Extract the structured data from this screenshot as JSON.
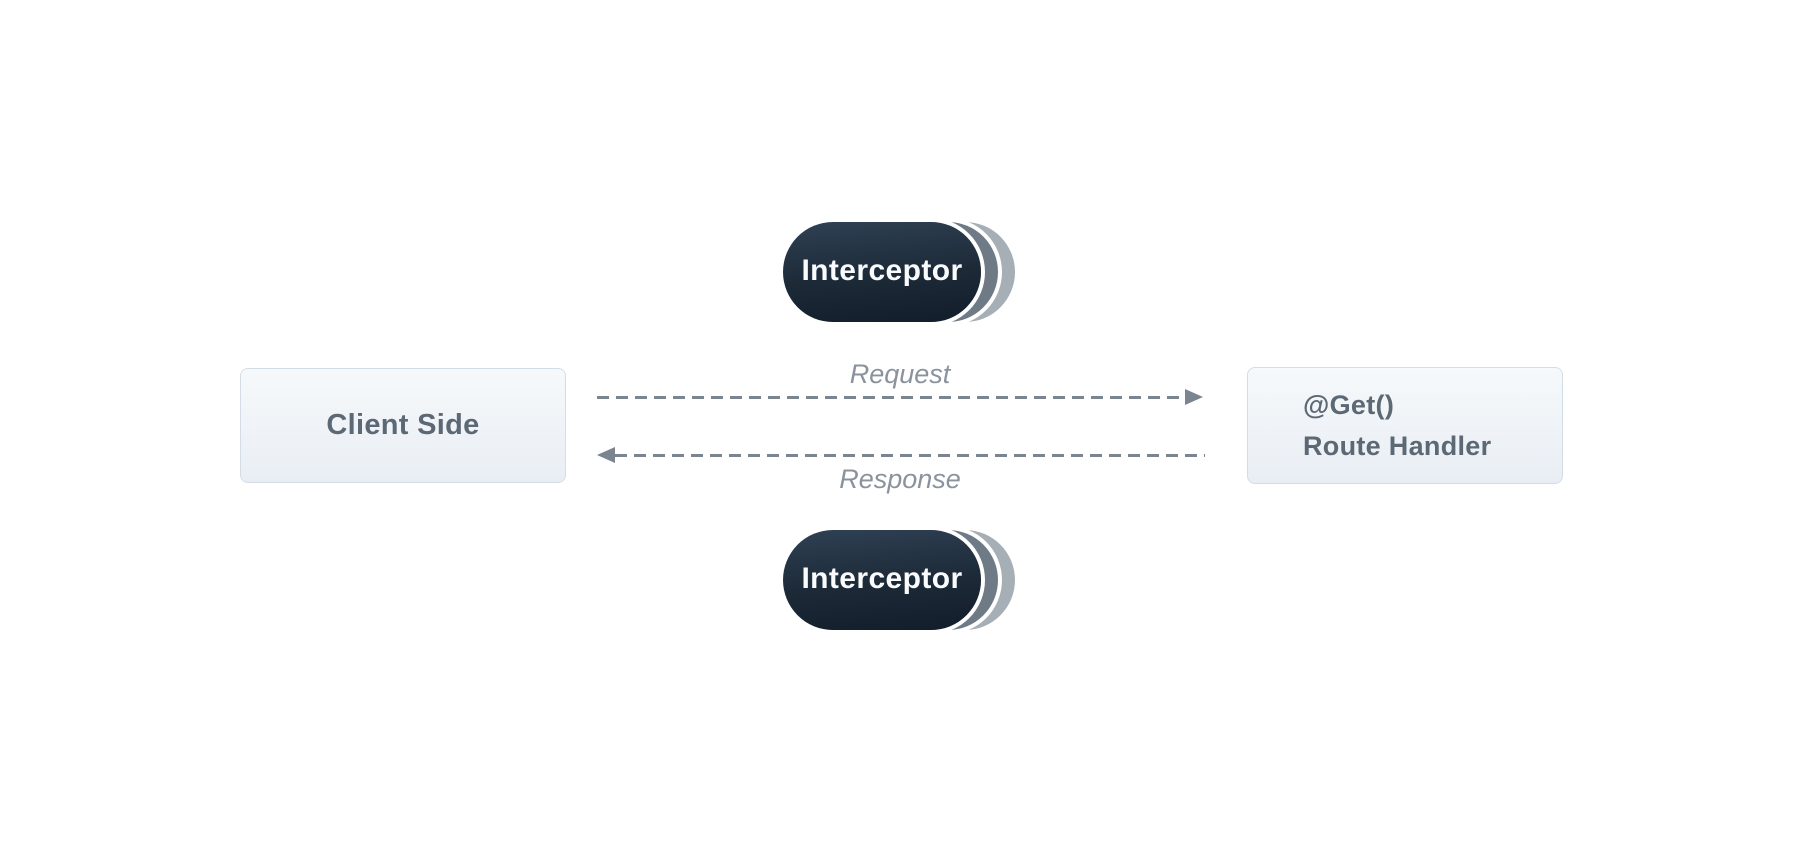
{
  "pills": {
    "top_label": "Interceptor",
    "bottom_label": "Interceptor"
  },
  "boxes": {
    "client_label": "Client Side",
    "handler_line1": "@Get()",
    "handler_line2": "Route Handler"
  },
  "arrows": {
    "request_label": "Request",
    "request_direction": "right",
    "response_label": "Response",
    "response_direction": "left"
  },
  "colors": {
    "pill_top": "#2f4154",
    "pill_bottom": "#121d2a",
    "pill_text": "#fafbfc",
    "arc_mid": "#6e7a85",
    "arc_back": "#a6aeb6",
    "box_bg_top": "#f6f9fb",
    "box_bg_bottom": "#e9eef4",
    "box_border": "#d4dde5",
    "box_text": "#5c6975",
    "line": "#7b858f",
    "label_text": "#8a939d"
  }
}
